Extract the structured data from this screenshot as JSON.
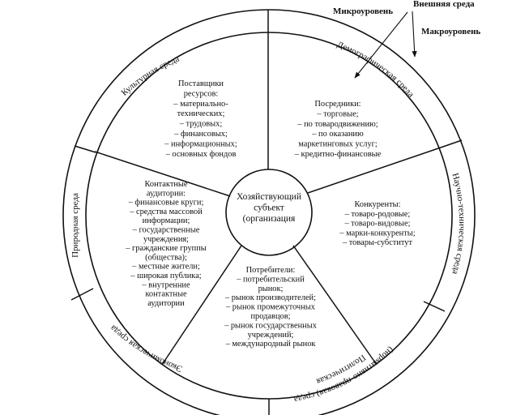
{
  "top_labels": {
    "micro": "Микроуровень",
    "external": "Внешняя среда",
    "macro": "Макроуровень"
  },
  "center": {
    "lines": [
      "Хозяйствующий",
      "субъект",
      "(организация"
    ]
  },
  "segments": {
    "suppliers": [
      "Поставщики",
      "ресурсов:",
      "– материально-",
      "технических;",
      "– трудовых;",
      "– финансовых;",
      "– информационных;",
      "– основных фондов"
    ],
    "intermediaries": [
      "Посредники:",
      "– торговые;",
      "– по товародвижению;",
      "– по оказанию",
      "маркетинговых услуг;",
      "– кредитно-финансовые"
    ],
    "competitors": [
      "Конкуренты:",
      "– товаро-родовые;",
      "– товаро-видовые;",
      "– марки-конкуренты;",
      "– товары-субститут"
    ],
    "consumers": [
      "Потребители:",
      "– потребительский",
      "рынок;",
      "– рынок производителей;",
      "– рынок промежуточных",
      "продавцов;",
      "– рынок государственных",
      "учреждений;",
      "– международный рынок"
    ],
    "contact": [
      "Контактные",
      "аудитории:",
      "– финансовые круги;",
      "– средства массовой",
      "информации;",
      "– государственные",
      "учреждения;",
      "– гражданские группы",
      "(общества);",
      "– местные жители;",
      "– широкая публика;",
      "– внутренние",
      "контактные",
      "аудитории"
    ]
  },
  "outer_ring": {
    "cultural": "Культурная среда",
    "demographic": "Демографическая среда",
    "scitech": "Научно-техническая среда",
    "political_1": "Политическая",
    "political_2": "(нормативно-правовая) среда",
    "economic": "Экономическая среда",
    "natural": "Природная среда"
  }
}
